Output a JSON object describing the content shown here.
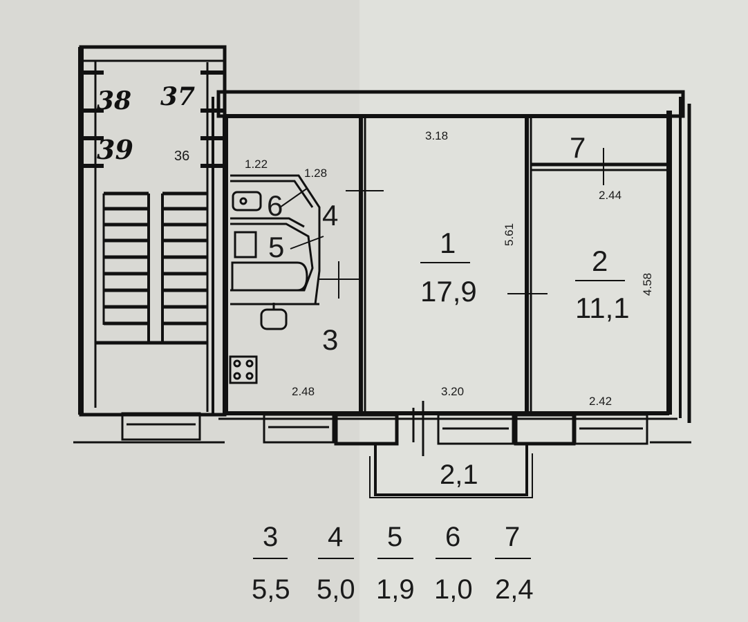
{
  "stairwell": {
    "apartments": [
      "38",
      "37",
      "39",
      "36"
    ]
  },
  "rooms": [
    {
      "num": "1",
      "area": "17,9"
    },
    {
      "num": "2",
      "area": "11,1"
    },
    {
      "num": "3"
    },
    {
      "num": "4"
    },
    {
      "num": "5"
    },
    {
      "num": "6"
    },
    {
      "num": "7"
    }
  ],
  "dimensions": {
    "kitchen_top": "1.22",
    "bath_top": "1.28",
    "room1_top": "3.18",
    "room1_side": "5.61",
    "room2_top": "2.44",
    "room2_side": "4.58",
    "kitchen_bottom": "2.48",
    "room1_bottom": "3.20",
    "room2_bottom": "2.42"
  },
  "balcony": {
    "area": "2,1"
  },
  "legend": [
    {
      "num": "3",
      "area": "5,5"
    },
    {
      "num": "4",
      "area": "5,0"
    },
    {
      "num": "5",
      "area": "1,9"
    },
    {
      "num": "6",
      "area": "1,0"
    },
    {
      "num": "7",
      "area": "2,4"
    }
  ],
  "colors": {
    "paper": "#d9d9d4",
    "ink": "#111111"
  }
}
